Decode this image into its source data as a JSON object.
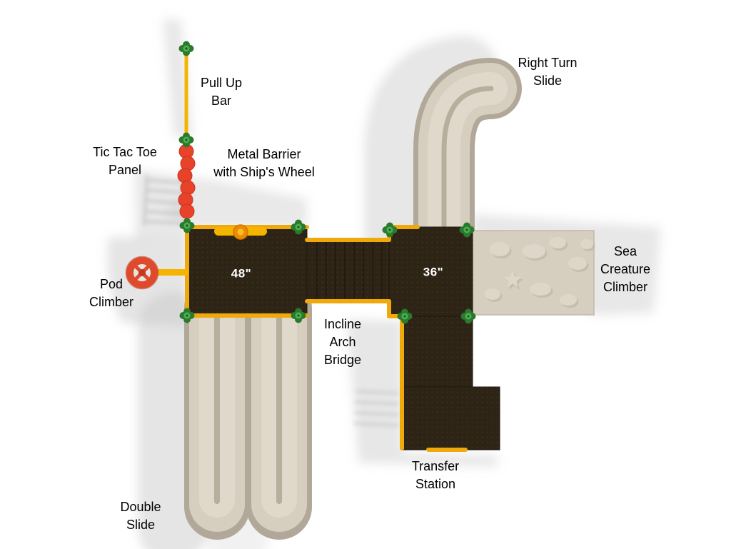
{
  "diagram": {
    "labels": {
      "pull_up_bar": "Pull Up\nBar",
      "tic_tac_toe_panel": "Tic Tac Toe\nPanel",
      "metal_barrier": "Metal Barrier\nwith Ship's Wheel",
      "right_turn_slide": "Right Turn\nSlide",
      "sea_creature_climber": "Sea\nCreature\nClimber",
      "pod_climber": "Pod\nClimber",
      "incline_arch_bridge": "Incline\nArch\nBridge",
      "transfer_station": "Transfer\nStation",
      "double_slide": "Double\nSlide",
      "deck_48_size": "48\"",
      "deck_36_size": "36\""
    },
    "colors": {
      "bg": "#ffffff",
      "label": "#000000",
      "deck_text": "#ffffff",
      "deck": "#2d2416",
      "deck_edge": "#f0a90a",
      "connector_green": "#2a7a2e",
      "connector_light": "#4caf50",
      "slide_bed": "#d6cfc0",
      "slide_rail": "#b1a899",
      "slide_light": "#e0d9cb",
      "slide_groove": "#b7ae9e",
      "pod_red": "#e04a2c",
      "panel_red": "#e8432a",
      "bar_yellow": "#f5b400",
      "wheel_orange": "#ef8a00",
      "shadow_gray": "#c6c6c6"
    }
  }
}
